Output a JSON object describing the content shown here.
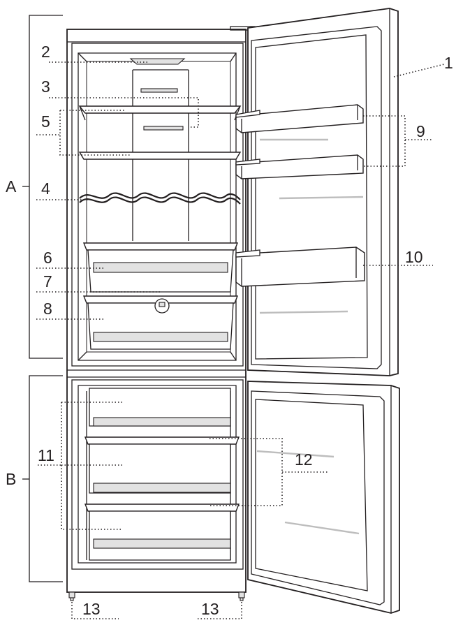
{
  "labels": {
    "A": "A",
    "B": "B",
    "n1": "1",
    "n2": "2",
    "n3": "3",
    "n4": "4",
    "n5": "5",
    "n6": "6",
    "n7": "7",
    "n8": "8",
    "n9": "9",
    "n10": "10",
    "n11": "11",
    "n12": "12",
    "n13a": "13",
    "n13b": "13"
  }
}
